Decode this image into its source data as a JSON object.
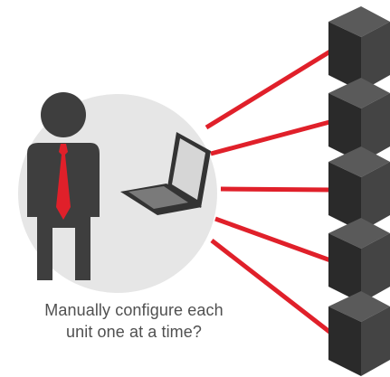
{
  "caption": {
    "line1": "Manually configure each",
    "line2": "unit one at a time?"
  },
  "colors": {
    "background": "#ffffff",
    "circle": "#e6e6e6",
    "person": "#3e3e3e",
    "tie": "#e0202a",
    "connection": "#e0202a",
    "cube_top": "#5a5a5a",
    "cube_left": "#2a2a2a",
    "cube_right": "#444444",
    "laptop_screen": "#d6d6d6",
    "laptop_body": "#333333",
    "caption_text": "#505050"
  },
  "icons": {
    "person": "business-person-icon",
    "laptop": "laptop-icon",
    "device": "cube-device-icon"
  },
  "devices": [
    "unit-1",
    "unit-2",
    "unit-3",
    "unit-4",
    "unit-5"
  ]
}
